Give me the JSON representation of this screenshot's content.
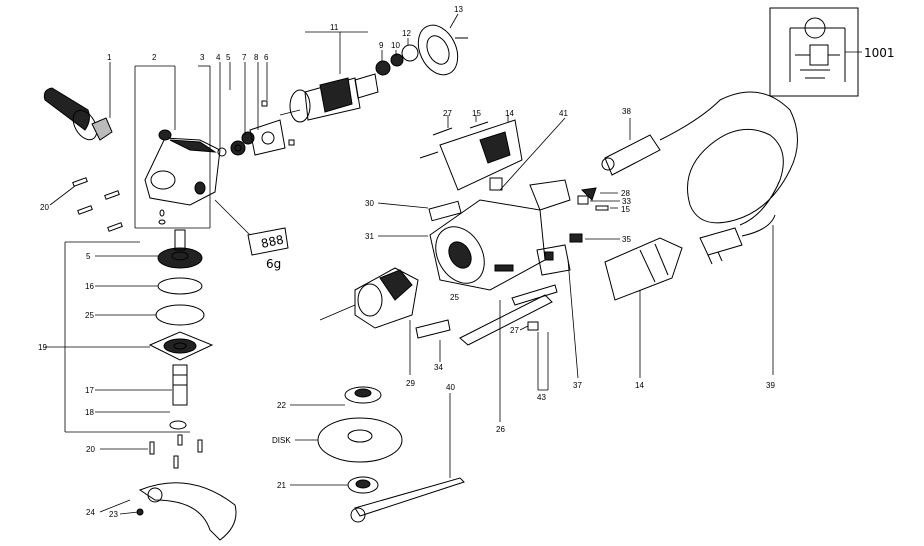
{
  "callouts": {
    "n1": "1",
    "n2": "2",
    "n3": "3",
    "n4": "4",
    "n5a": "5",
    "n6": "6",
    "n7": "7",
    "n8": "8",
    "n9": "9",
    "n10": "10",
    "n11": "11",
    "n12": "12",
    "n13": "13",
    "n14a": "14",
    "n14b": "14",
    "n15a": "15",
    "n15b": "15",
    "n16": "16",
    "n17": "17",
    "n18": "18",
    "n19": "19",
    "n20a": "20",
    "n20b": "20",
    "n21": "21",
    "n22": "22",
    "n23": "23",
    "n24": "24",
    "n25a": "25",
    "n25b": "25",
    "n26": "26",
    "n27a": "27",
    "n27b": "27",
    "n28": "28",
    "n29": "29",
    "n30": "30",
    "n31": "31",
    "n33": "33",
    "n34": "34",
    "n35": "35",
    "n37": "37",
    "n38": "38",
    "n39": "39",
    "n40": "40",
    "n41": "41",
    "n43": "43",
    "n5b": "5",
    "disk": "DISK",
    "n1001": "1001",
    "weight": "6g",
    "grease": "888"
  }
}
